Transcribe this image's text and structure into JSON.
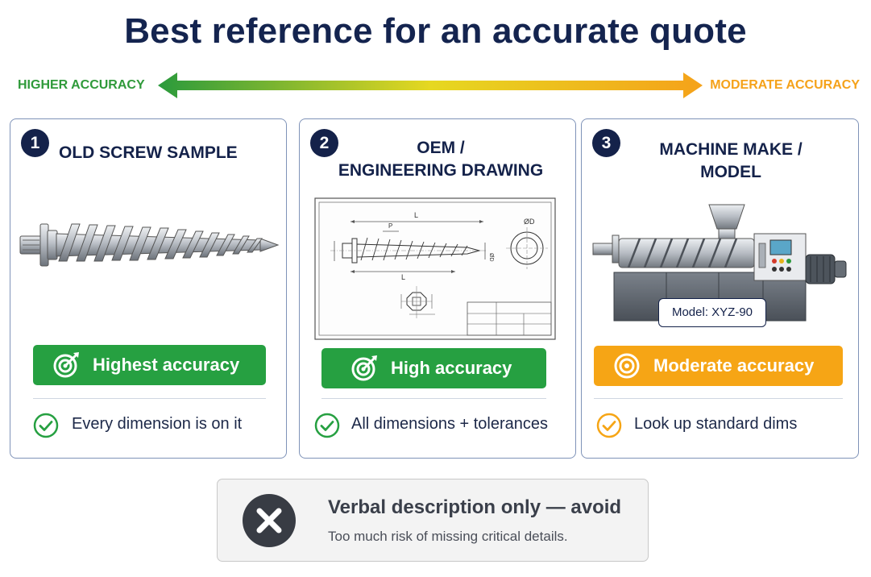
{
  "title": "Best reference for an accurate quote",
  "scale": {
    "left_label": "HIGHER ACCURACY",
    "right_label": "MODERATE ACCURACY",
    "colors": {
      "start": "#2a9a3c",
      "mid": "#e6d821",
      "end": "#f5a21a"
    }
  },
  "cards": [
    {
      "number": "1",
      "title_lines": [
        "OLD SCREW SAMPLE"
      ],
      "illustration": "screw-photo",
      "badge": {
        "label": "Highest accuracy",
        "icon": "target-arrow-icon",
        "color": "#26a041"
      },
      "check": {
        "label": "Every dimension is on it",
        "color": "#26a041"
      }
    },
    {
      "number": "2",
      "title_lines": [
        "OEM /",
        "ENGINEERING DRAWING"
      ],
      "illustration": "engineering-drawing",
      "drawing_labels": {
        "length": "L",
        "pitch": "P",
        "diameter": "ØD"
      },
      "badge": {
        "label": "High accuracy",
        "icon": "target-arrow-icon",
        "color": "#26a041"
      },
      "check": {
        "label": "All dimensions + tolerances",
        "color": "#26a041"
      }
    },
    {
      "number": "3",
      "title_lines": [
        "MACHINE MAKE /",
        "MODEL"
      ],
      "illustration": "injection-machine",
      "model_tag": "Model: XYZ-90",
      "badge": {
        "label": "Moderate accuracy",
        "icon": "target-icon",
        "color": "#f6a515"
      },
      "check": {
        "label": "Look up standard dims",
        "color": "#f6a515"
      }
    }
  ],
  "avoid": {
    "title": "Verbal description only — avoid",
    "subtitle": "Too much risk of missing critical details.",
    "icon": "x-circle-icon"
  }
}
